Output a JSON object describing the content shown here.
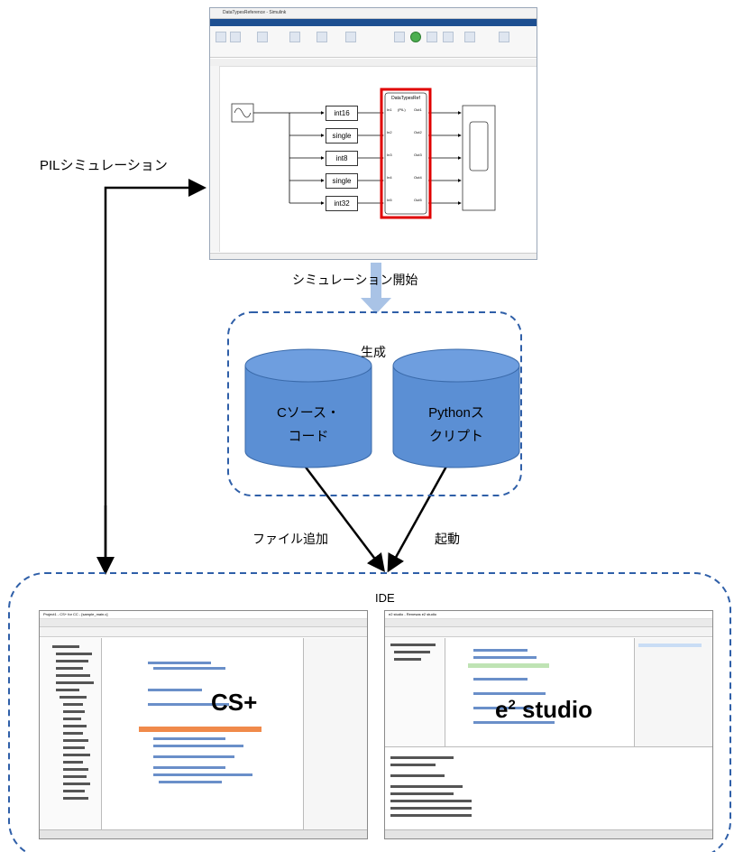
{
  "labels": {
    "pil": "PILシミュレーション",
    "sim_start": "シミュレーション開始",
    "generate": "生成",
    "c_source_l1": "Cソース・",
    "c_source_l2": "コード",
    "python_l1": "Pythonス",
    "python_l2": "クリプト",
    "file_add": "ファイル追加",
    "launch": "起動",
    "ide": "IDE",
    "csplus": "CS+",
    "e2_pre": "e",
    "e2_sup": "2",
    "e2_post": " studio"
  },
  "simulink": {
    "window_title": "DataTypesReference - Simulink",
    "subsystem_title": "DataTypesRef",
    "subsystem_sub": "(PIL)",
    "inputs": [
      "In1",
      "In2",
      "In3",
      "In4",
      "In5"
    ],
    "outputs": [
      "Out1",
      "Out2",
      "Out3",
      "Out4",
      "Out5"
    ],
    "type_blocks": [
      "int16",
      "single",
      "int8",
      "single",
      "int32"
    ]
  },
  "ide_screens": {
    "csplus_title": "Project1 - CS+ for CC - [sample_main.c]",
    "e2_title": "e2 studio - Renesas e2 studio"
  },
  "colors": {
    "cylinder_fill": "#5b8fd4",
    "cylinder_stroke": "#3a6aaa",
    "dashed_border": "#2f5fa8",
    "pil_highlight": "#e00000",
    "sim_arrow": "#a9c3e6",
    "csplus_highlight": "#f08a4b"
  }
}
